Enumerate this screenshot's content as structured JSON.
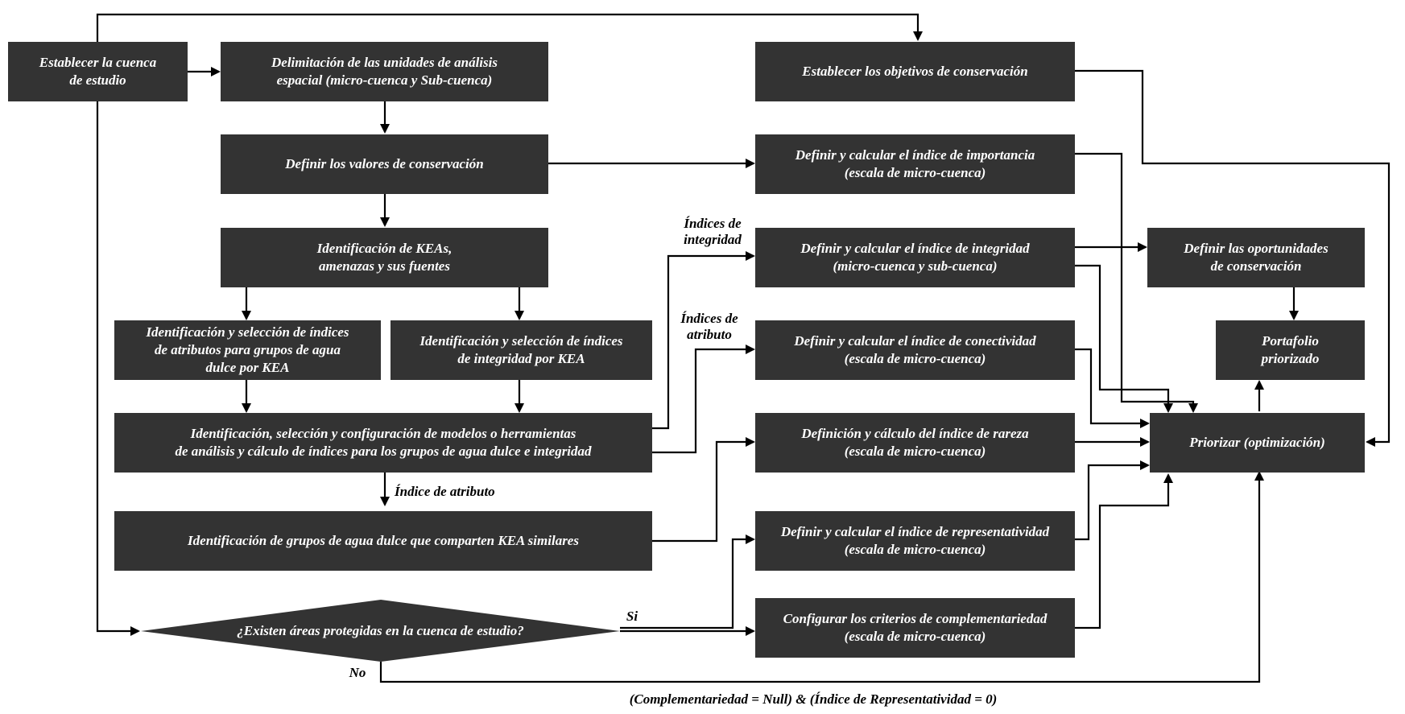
{
  "nodes": {
    "cuenca": "Establecer la cuenca\nde estudio",
    "delimitacion": "Delimitación de las unidades de análisis\nespacial (micro-cuenca y Sub-cuenca)",
    "valores": "Definir los valores de conservación",
    "keas": "Identificación de KEAs,\namenazas y sus fuentes",
    "sel_atributos": "Identificación y selección de índices\nde atributos para grupos de agua\ndulce por KEA",
    "sel_integridad": "Identificación y selección de índices\nde integridad por KEA",
    "modelos": "Identificación, selección y configuración de modelos o herramientas\nde análisis y cálculo de índices para los grupos de agua dulce e integridad",
    "grupos": "Identificación de grupos de agua dulce que comparten KEA similares",
    "objetivos": "Establecer los objetivos de conservación",
    "importancia": "Definir y calcular el índice de importancia\n(escala de micro-cuenca)",
    "integridad": "Definir y calcular el índice de integridad\n(micro-cuenca y sub-cuenca)",
    "conectividad": "Definir y calcular el índice de conectividad\n(escala de micro-cuenca)",
    "rareza": "Definición y cálculo del índice de rareza\n(escala de micro-cuenca)",
    "representatividad": "Definir y calcular el índice de representatividad\n(escala de micro-cuenca)",
    "complementariedad": "Configurar los criterios de complementariedad\n(escala de micro-cuenca)",
    "oportunidades": "Definir las oportunidades\nde conservación",
    "portafolio": "Portafolio\npriorizado",
    "priorizar": "Priorizar (optimización)",
    "decision": "¿Existen áreas protegidas en la cuenca de estudio?"
  },
  "labels": {
    "indices_integridad": "Índices de\nintegridad",
    "indices_atributo": "Índices de\natributo",
    "indice_atributo": "Índice de atributo",
    "si": "Si",
    "no": "No",
    "footnote": "(Complementariedad = Null) & (Índice de Representatividad = 0)"
  }
}
